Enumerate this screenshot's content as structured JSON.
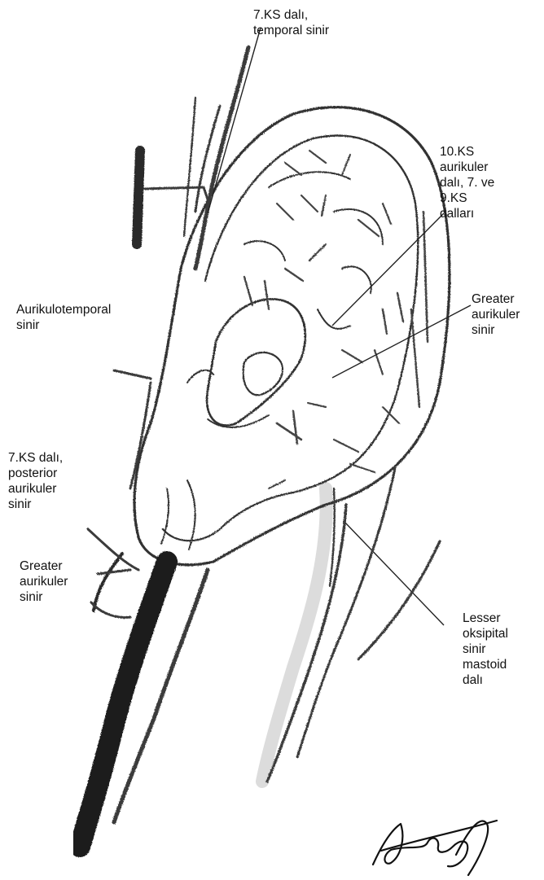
{
  "figure": {
    "labels": {
      "temporal_branch": "7.KS dalı,\ntemporal sinir",
      "vagus_auricular": "10.KS\naurikuler\ndalı, 7. ve\n9.KS\ndalları",
      "auriculotemporal": "Aurikulotemporal\nsinir",
      "greater_auricular_top": "Greater\naurikuler\nsinir",
      "posterior_auricular": "7.KS dalı,\nposterior\naurikuler\nsinir",
      "greater_auricular_bottom": "Greater\naurikuler\nsinir",
      "lesser_occipital": "Lesser\noksipital\nsinir\nmastoid\ndalı"
    },
    "signature": "Azef"
  }
}
